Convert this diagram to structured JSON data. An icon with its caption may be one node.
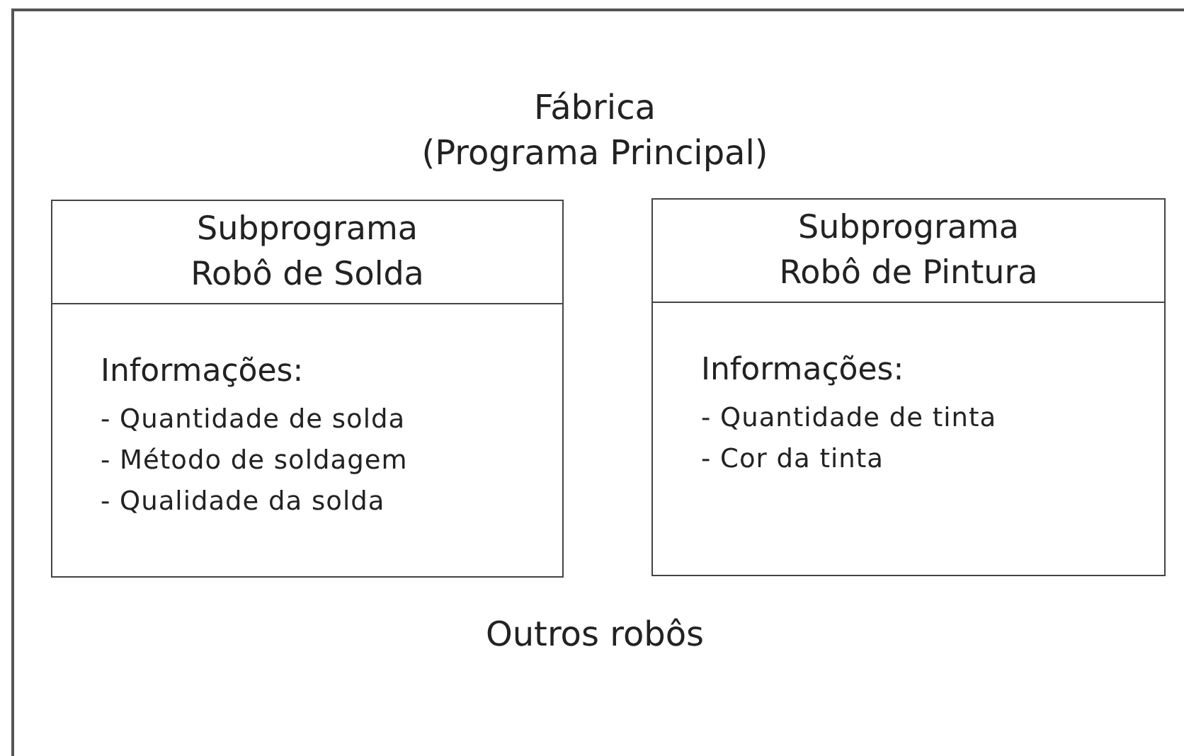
{
  "diagram": {
    "nodes": [
      {
        "text": [
          "Fábrica",
          "(Programa Principal)",
          "Outros robôs"
        ]
      },
      {
        "text": [
          "Subprograma Robô de Solda",
          "Informações:",
          "- Quantidade de solda",
          "- Método de soldagem",
          "- Qualidade da solda"
        ],
        "in": 0
      },
      {
        "text": [
          "Subprograma Robô de Pintura",
          "Informações:",
          "- Quantidade de tinta",
          "- Cor da tinta"
        ],
        "in": 0
      }
    ],
    "edges": []
  }
}
